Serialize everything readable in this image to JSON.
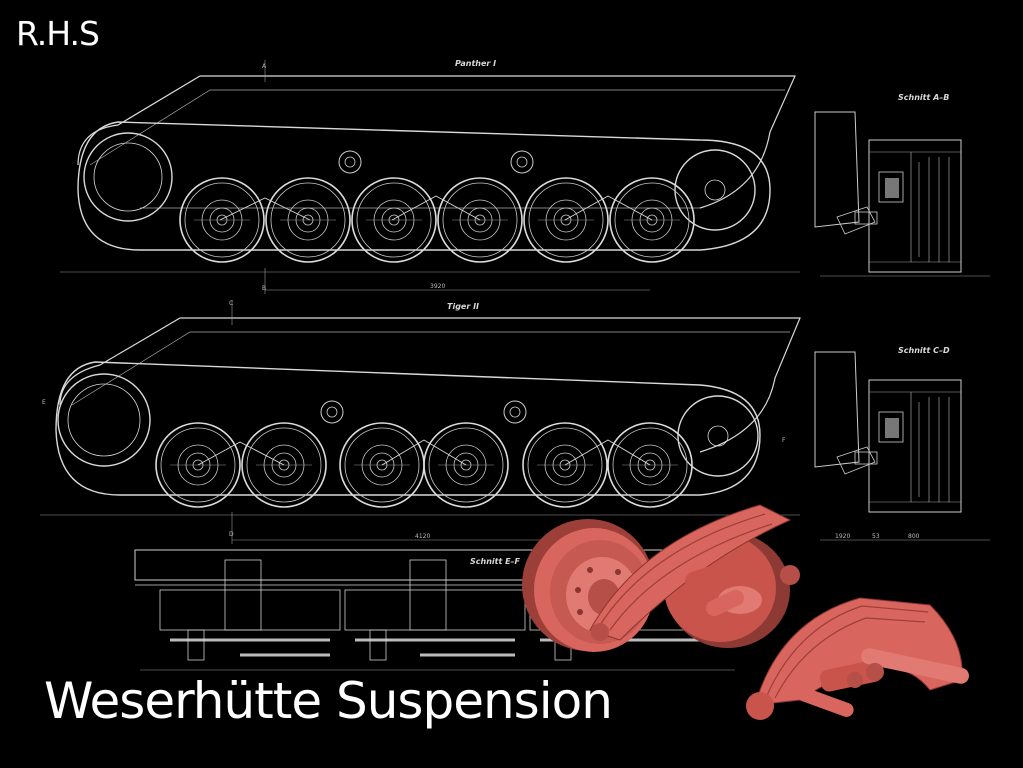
{
  "brand": {
    "logo_text": "R.H.S"
  },
  "headline": "Weserhütte Suspension",
  "drawing_labels": {
    "panther": "Panther I",
    "tiger": "Tiger II",
    "section_ab": "Schnitt A–B",
    "section_cd": "Schnitt C–D",
    "section_ef": "Schnitt E–F",
    "dim_1": "3920",
    "dim_2": "4120",
    "dim_3": "1920",
    "dim_4": "800",
    "dim_5": "53",
    "mark_a": "A",
    "mark_b": "B",
    "mark_c": "C",
    "mark_d": "D",
    "mark_e": "E",
    "mark_f": "F"
  },
  "colors": {
    "background": "#000000",
    "line": "#d9d9d9",
    "render": "#d9665e"
  }
}
